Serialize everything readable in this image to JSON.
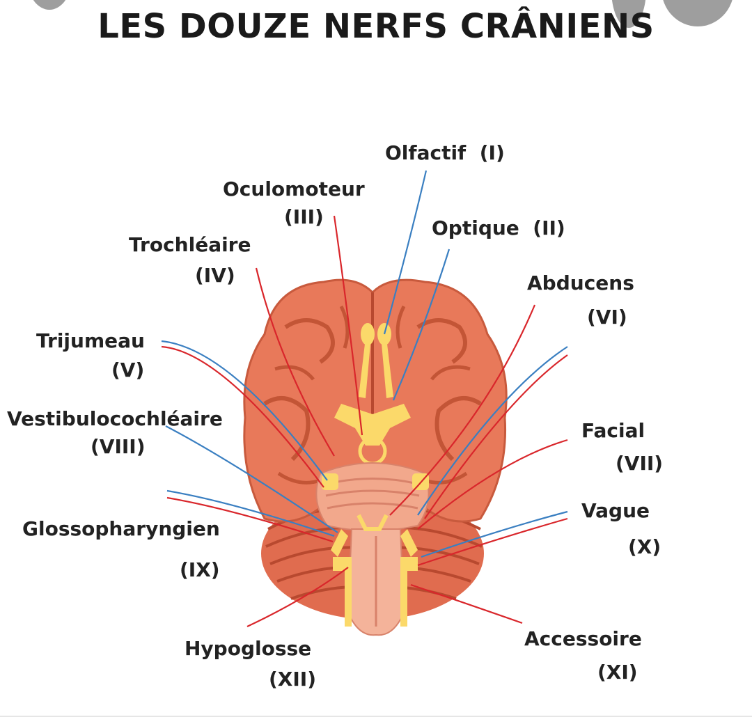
{
  "title": "LES DOUZE NERFS CRÂNIENS",
  "nerves": {
    "olfactif": {
      "name": "Olfactif",
      "num": "(I)"
    },
    "optique": {
      "name": "Optique",
      "num": "(II)"
    },
    "oculomoteur": {
      "name": "Oculomoteur",
      "num": "(III)"
    },
    "trochleaire": {
      "name": "Trochléaire",
      "num": "(IV)"
    },
    "trijumeau": {
      "name": "Trijumeau",
      "num": "(V)"
    },
    "abducens": {
      "name": "Abducens",
      "num": "(VI)"
    },
    "facial": {
      "name": "Facial",
      "num": "(VII)"
    },
    "vestibulo": {
      "name": "Vestibulocochléaire",
      "num": "(VIII)"
    },
    "glosso": {
      "name": "Glossopharyngien",
      "num": "(IX)"
    },
    "vague": {
      "name": "Vague",
      "num": "(X)"
    },
    "accessoire": {
      "name": "Accessoire",
      "num": "(XI)"
    },
    "hypoglosse": {
      "name": "Hypoglosse",
      "num": "(XII)"
    }
  },
  "colors": {
    "brain": "#e8795a",
    "brain_dark": "#c85a3d",
    "nerve_yellow": "#fbd96a",
    "line_red": "#d9262b",
    "line_blue": "#3a7fc1"
  }
}
